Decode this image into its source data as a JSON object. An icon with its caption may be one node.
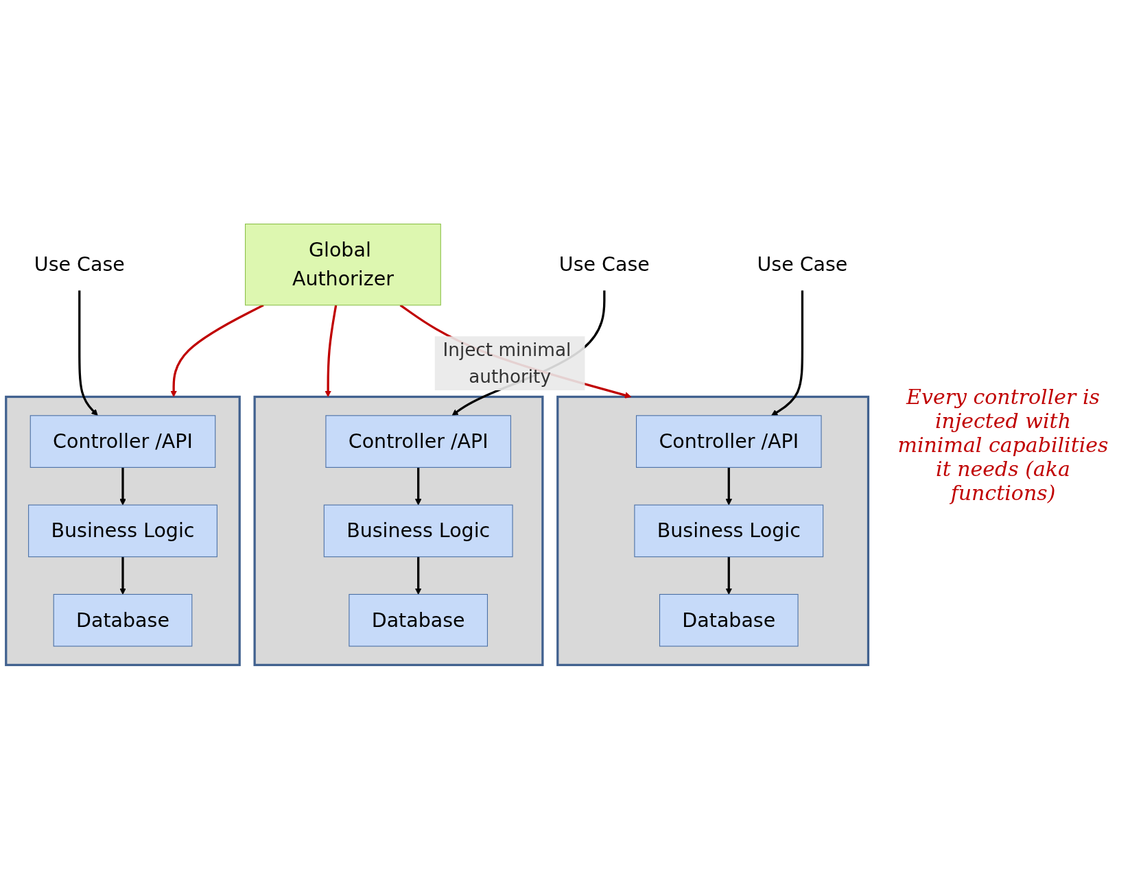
{
  "diagram": {
    "nodes": [
      {
        "text": [
          "Global Authorizer"
        ]
      },
      {
        "text": [
          "Use Case"
        ]
      },
      {
        "text": [],
        "shape": "box"
      },
      {
        "text": [
          "Controller /API"
        ],
        "in": 2
      },
      {
        "text": [
          "Business Logic"
        ],
        "in": 2
      },
      {
        "text": [
          "Database"
        ],
        "in": 2
      },
      {
        "text": [
          "Use Case"
        ]
      },
      {
        "text": [],
        "shape": "box"
      },
      {
        "text": [
          "Controller /API"
        ],
        "in": 7
      },
      {
        "text": [
          "Business Logic"
        ],
        "in": 7
      },
      {
        "text": [
          "Database"
        ],
        "in": 7
      },
      {
        "text": [
          "Use Case"
        ]
      },
      {
        "text": [],
        "shape": "box"
      },
      {
        "text": [
          "Controller /API"
        ],
        "in": 12
      },
      {
        "text": [
          "Business Logic"
        ],
        "in": 12
      },
      {
        "text": [
          "Database"
        ],
        "in": 12
      }
    ],
    "edges": [
      {
        "from": 0,
        "to": 2,
        "arrow": "to",
        "label": "Inject minimal authority",
        "color": "#c00000"
      },
      {
        "from": 0,
        "to": 7,
        "arrow": "to",
        "color": "#c00000"
      },
      {
        "from": 0,
        "to": 12,
        "arrow": "to",
        "color": "#c00000"
      },
      {
        "from": 1,
        "to": 3,
        "arrow": "to"
      },
      {
        "from": 3,
        "to": 4,
        "arrow": "to"
      },
      {
        "from": 4,
        "to": 5,
        "arrow": "to"
      },
      {
        "from": 6,
        "to": 8,
        "arrow": "to"
      },
      {
        "from": 8,
        "to": 9,
        "arrow": "to"
      },
      {
        "from": 9,
        "to": 10,
        "arrow": "to"
      },
      {
        "from": 11,
        "to": 13,
        "arrow": "to"
      },
      {
        "from": 13,
        "to": 14,
        "arrow": "to"
      },
      {
        "from": 14,
        "to": 15,
        "arrow": "to"
      }
    ],
    "labels": [
      "Every controller is injected with minimal capabilities it needs (aka functions)"
    ]
  }
}
